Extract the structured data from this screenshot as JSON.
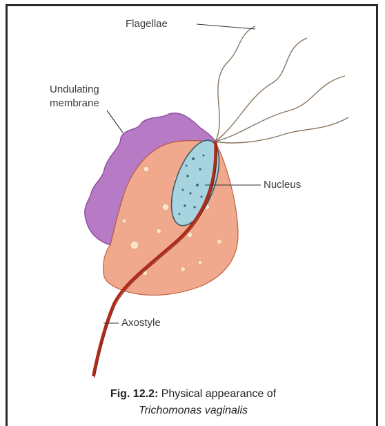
{
  "labels": {
    "flagellae": "Flagellae",
    "undulating_line1": "Undulating",
    "undulating_line2": "membrane",
    "nucleus": "Nucleus",
    "axostyle": "Axostyle"
  },
  "caption": {
    "fig_number": "Fig. 12.2:",
    "text": "Physical appearance of",
    "species": "Trichomonas vaginalis"
  },
  "colors": {
    "body_fill": "#f0a98c",
    "body_edge": "#c06040",
    "membrane": "#b77ac4",
    "nucleus_fill": "#a8d4e0",
    "axostyle": "#b02a1a",
    "flagella": "#8a7560",
    "frame": "#2a2a2a"
  }
}
